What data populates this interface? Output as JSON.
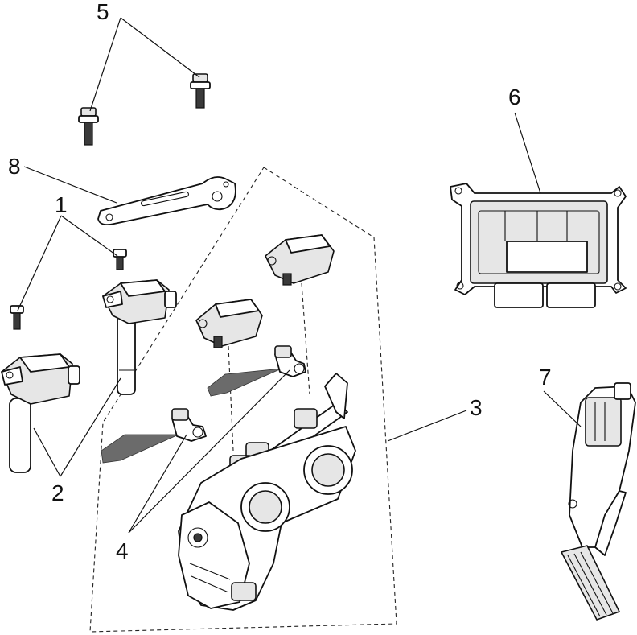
{
  "diagram": {
    "callouts": [
      {
        "id": "c1",
        "label": "1"
      },
      {
        "id": "c2",
        "label": "2"
      },
      {
        "id": "c3",
        "label": "3"
      },
      {
        "id": "c4",
        "label": "4"
      },
      {
        "id": "c5",
        "label": "5"
      },
      {
        "id": "c6",
        "label": "6"
      },
      {
        "id": "c7",
        "label": "7"
      },
      {
        "id": "c8",
        "label": "8"
      }
    ]
  }
}
